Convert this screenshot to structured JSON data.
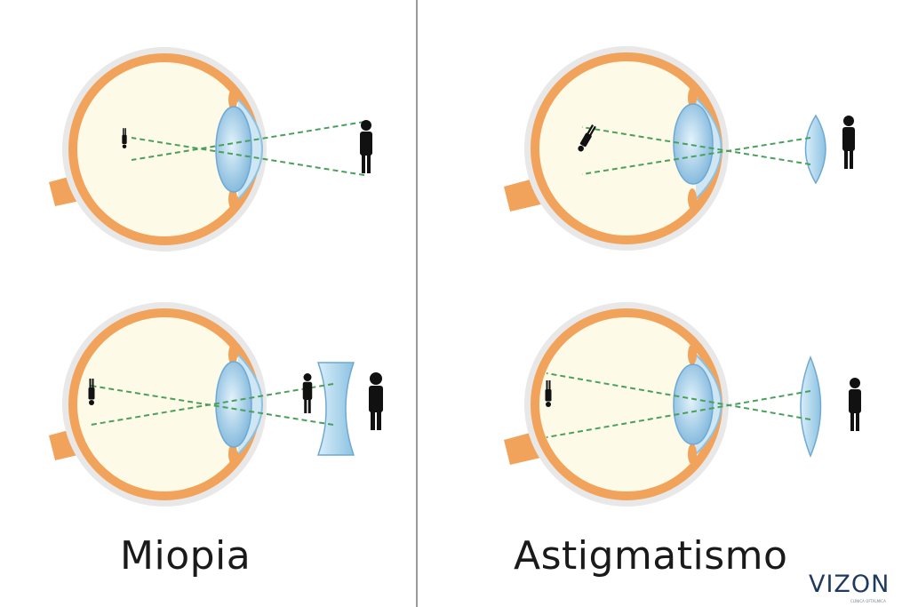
{
  "panels": {
    "left": {
      "caption": "Miopia"
    },
    "right": {
      "caption": "Astigmatismo"
    }
  },
  "brand": {
    "logo_text": "VIZON",
    "logo_subtext": "CLÍNICA OFTÁLMICA"
  },
  "colors": {
    "sclera": "#f2a35b",
    "eyeball_fill": "#fdfbe8",
    "lens": "#a9d3ec",
    "lens_dark": "#6ea9d3",
    "ray": "#4aa05a",
    "figure": "#111111",
    "divider": "#9a9a9a"
  }
}
